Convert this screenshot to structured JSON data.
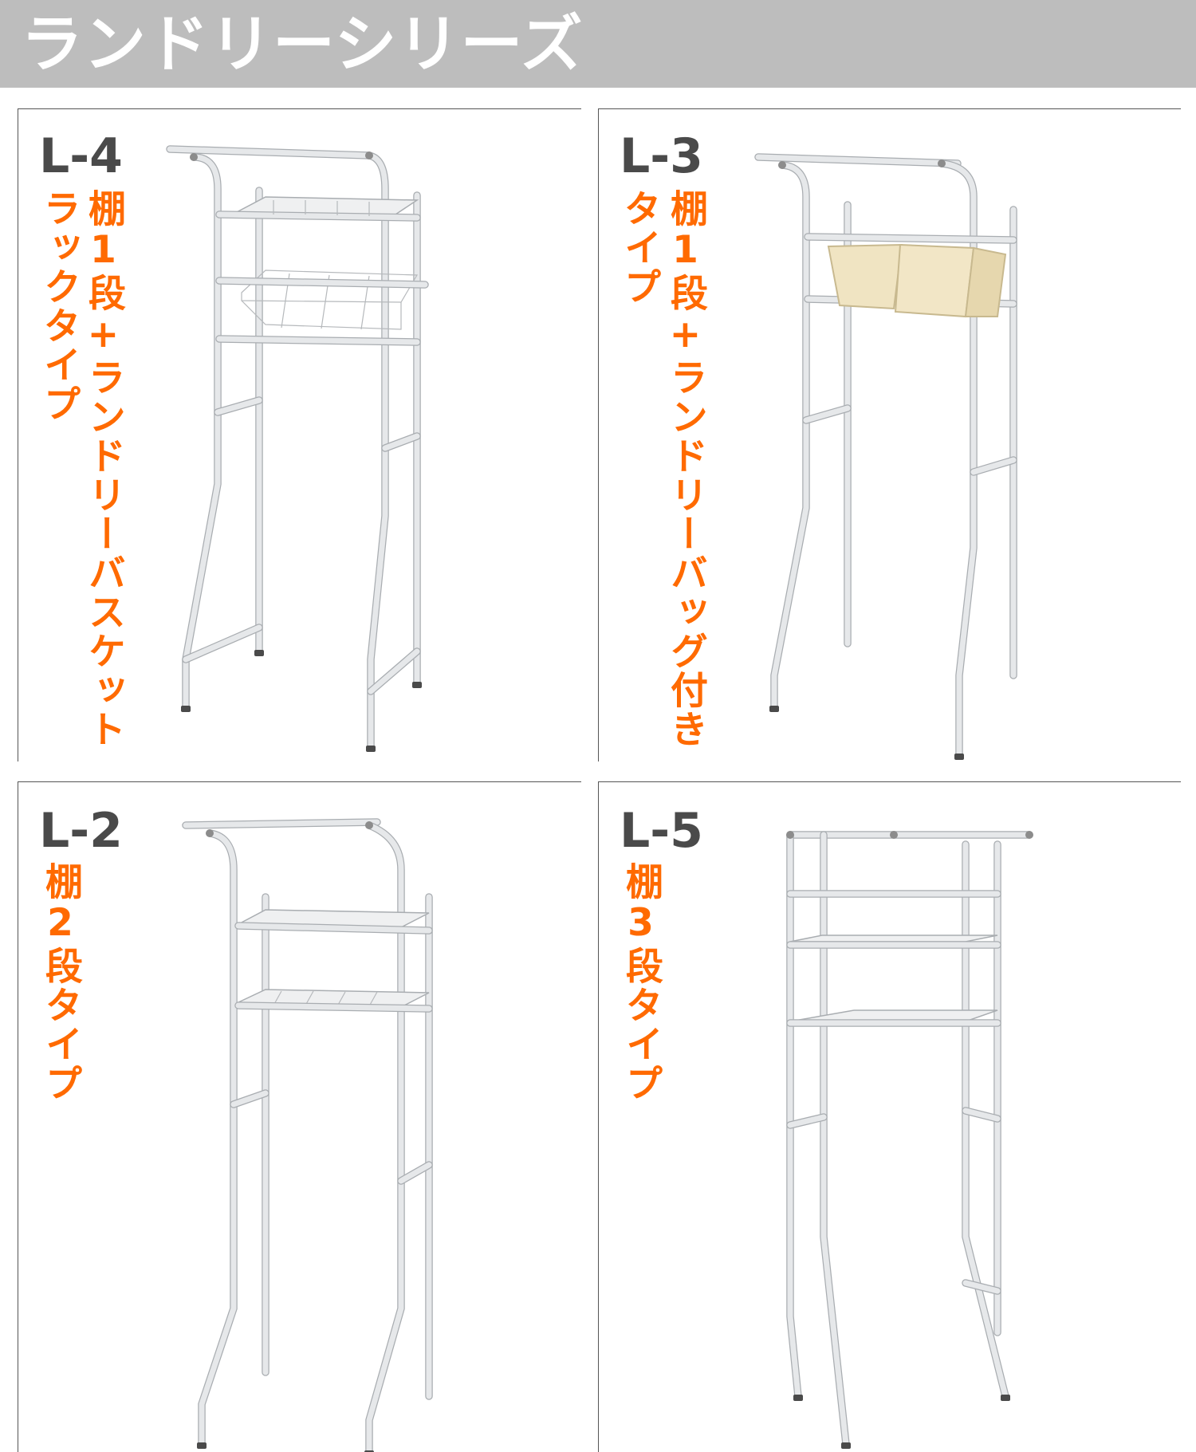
{
  "banner": {
    "title": "ランドリーシリーズ"
  },
  "products": [
    {
      "code": "L-4",
      "col1": "棚1段+ランドリーバスケット",
      "col2": "ラックタイプ"
    },
    {
      "code": "L-3",
      "col1": "棚1段+ランドリーバッグ付き",
      "col2": "タイプ"
    },
    {
      "code": "L-2",
      "col1": "棚2段タイプ"
    },
    {
      "code": "L-5",
      "col1": "棚3段タイプ"
    }
  ],
  "colors": {
    "accent": "#ff6a00",
    "code_text": "#4a4a4a",
    "banner_bg": "#bdbdbd",
    "rack": "#e6e8ea"
  }
}
